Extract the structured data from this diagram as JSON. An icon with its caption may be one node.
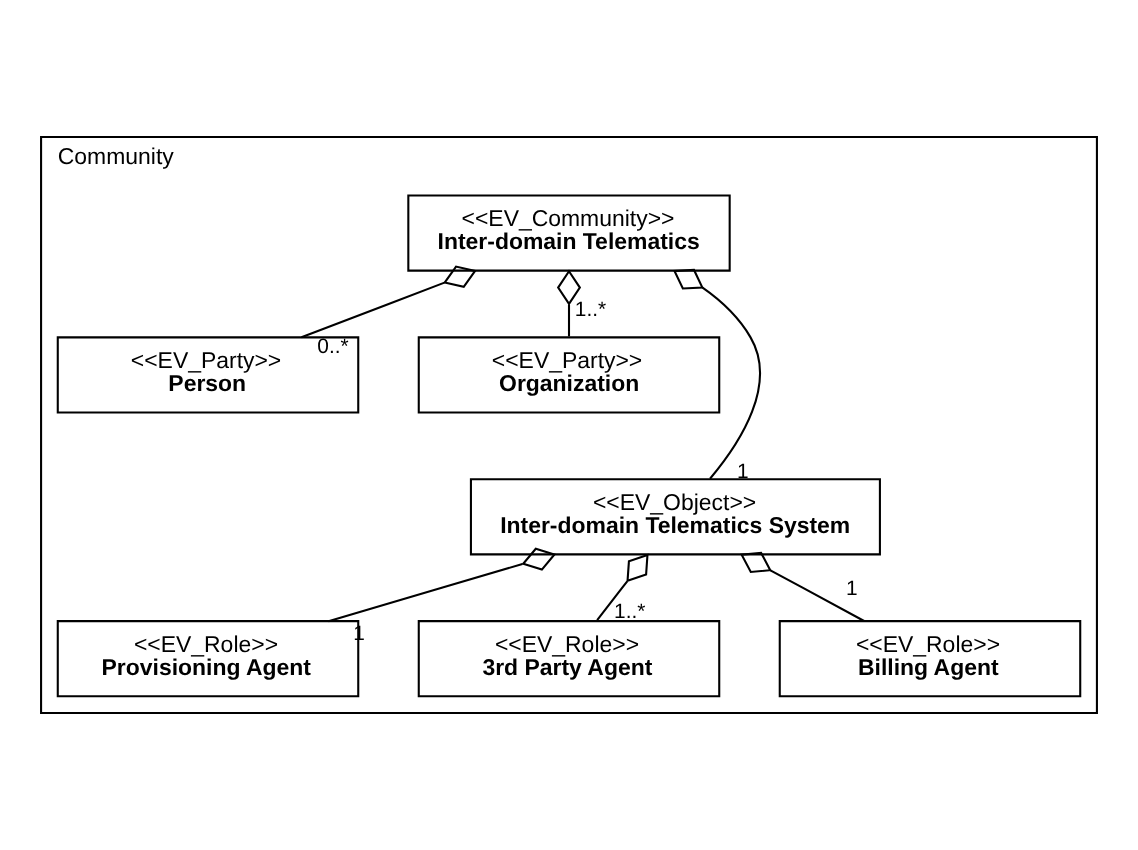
{
  "diagram": {
    "nodes": [
      {
        "text": [
          "Community"
        ]
      },
      {
        "text": [
          "<<EV_Community>>",
          "Inter-domain Telematics"
        ],
        "in": 0
      },
      {
        "text": [
          "<<EV_Party>>",
          "Person"
        ],
        "in": 0
      },
      {
        "text": [
          "<<EV_Party>>",
          "Organization"
        ],
        "in": 0
      },
      {
        "text": [
          "<<EV_Object>>",
          "Inter-domain Telematics System"
        ],
        "in": 0
      },
      {
        "text": [
          "<<EV_Role>>",
          "Provisioning Agent"
        ],
        "in": 0
      },
      {
        "text": [
          "<<EV_Role>>",
          "3rd Party Agent"
        ],
        "in": 0
      },
      {
        "text": [
          "<<EV_Role>>",
          "Billing Agent"
        ],
        "in": 0
      }
    ],
    "edges": [
      {
        "from": 1,
        "to": 2,
        "arrow": "other",
        "label": "0..*"
      },
      {
        "from": 1,
        "to": 4,
        "arrow": "other",
        "label": "1"
      },
      {
        "from": 1,
        "to": 3,
        "arrow": "other",
        "label": "1..*"
      },
      {
        "from": 4,
        "to": 5,
        "arrow": "other",
        "label": "1"
      },
      {
        "from": 4,
        "to": 6,
        "arrow": "other",
        "label": "1..*"
      },
      {
        "from": 4,
        "to": 7,
        "arrow": "other",
        "label": "1"
      }
    ]
  }
}
